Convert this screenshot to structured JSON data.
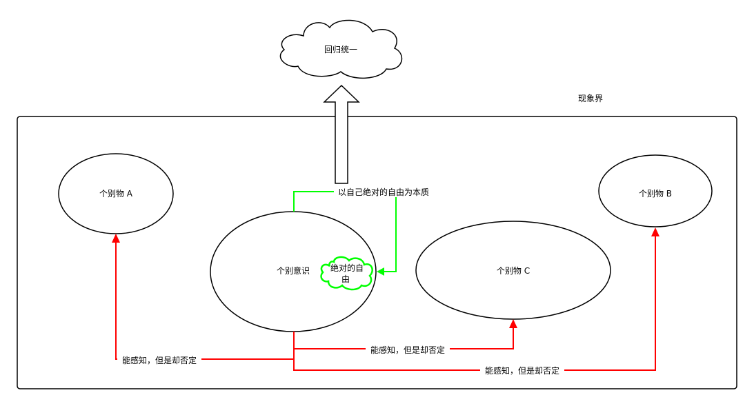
{
  "diagram": {
    "cloud_top": "回归统一",
    "region_label": "现象界",
    "node_a": "个别物 A",
    "node_b": "个别物 B",
    "node_c": "个别物 C",
    "node_consciousness": "个别意识",
    "inner_cloud_line1": "绝对的自",
    "inner_cloud_line2": "由",
    "green_edge_label": "以自己绝对的自由为本质",
    "red_edge_label_a": "能感知，但是却否定",
    "red_edge_label_c": "能感知，但是却否定",
    "red_edge_label_b": "能感知，但是却否定"
  },
  "colors": {
    "stroke": "#000000",
    "red": "#ff0000",
    "green": "#00ff00",
    "background": "#ffffff"
  }
}
